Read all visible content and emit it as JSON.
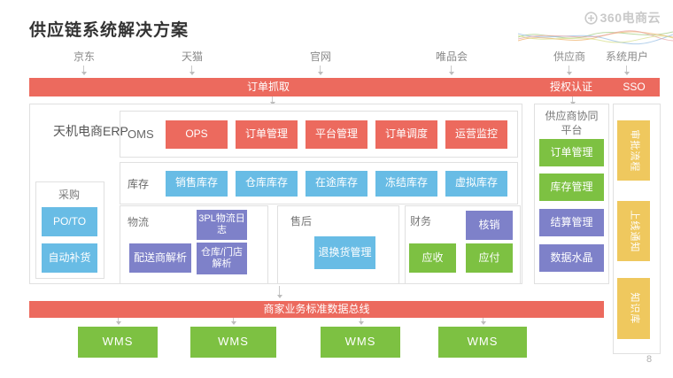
{
  "slide": {
    "title": "供应链系统解决方案",
    "logo_text": "360电商云",
    "page_number": "8"
  },
  "channels": [
    "京东",
    "天猫",
    "官网",
    "唯品会",
    "供应商",
    "系统用户"
  ],
  "top_bus": {
    "order_capture": "订单抓取",
    "auth": "授权认证",
    "sso": "SSO"
  },
  "erp": {
    "title": "天机电商ERP",
    "oms": {
      "label": "OMS",
      "items": [
        "OPS",
        "订单管理",
        "平台管理",
        "订单调度",
        "运营监控"
      ]
    },
    "inventory": {
      "label": "库存",
      "items": [
        "销售库存",
        "仓库库存",
        "在途库存",
        "冻结库存",
        "虚拟库存"
      ]
    },
    "procurement": {
      "label": "采购",
      "items": [
        "PO/TO",
        "自动补货"
      ]
    },
    "logistics": {
      "label": "物流",
      "items": [
        "3PL物流日志",
        "配送商解析",
        "仓库/门店解析"
      ]
    },
    "aftersale": {
      "label": "售后",
      "items": [
        "退换货管理"
      ]
    },
    "finance": {
      "label": "财务",
      "items": [
        "核销",
        "应收",
        "应付"
      ]
    }
  },
  "supplier_platform": {
    "title": "供应商协同平台",
    "items": [
      "订单管理",
      "库存管理",
      "结算管理",
      "数据水晶"
    ]
  },
  "side_panel": {
    "items": [
      "审批流程",
      "上线通知",
      "知识库"
    ]
  },
  "bottom_bus": {
    "label": "商家业务标准数据总线"
  },
  "wms": [
    "WMS",
    "WMS",
    "WMS",
    "WMS"
  ],
  "colors": {
    "red": "#ec6a5e",
    "blue": "#68bce5",
    "purple": "#7e81c9",
    "green": "#7dc142",
    "yellow": "#efc85e",
    "border": "#e0e0e0"
  }
}
